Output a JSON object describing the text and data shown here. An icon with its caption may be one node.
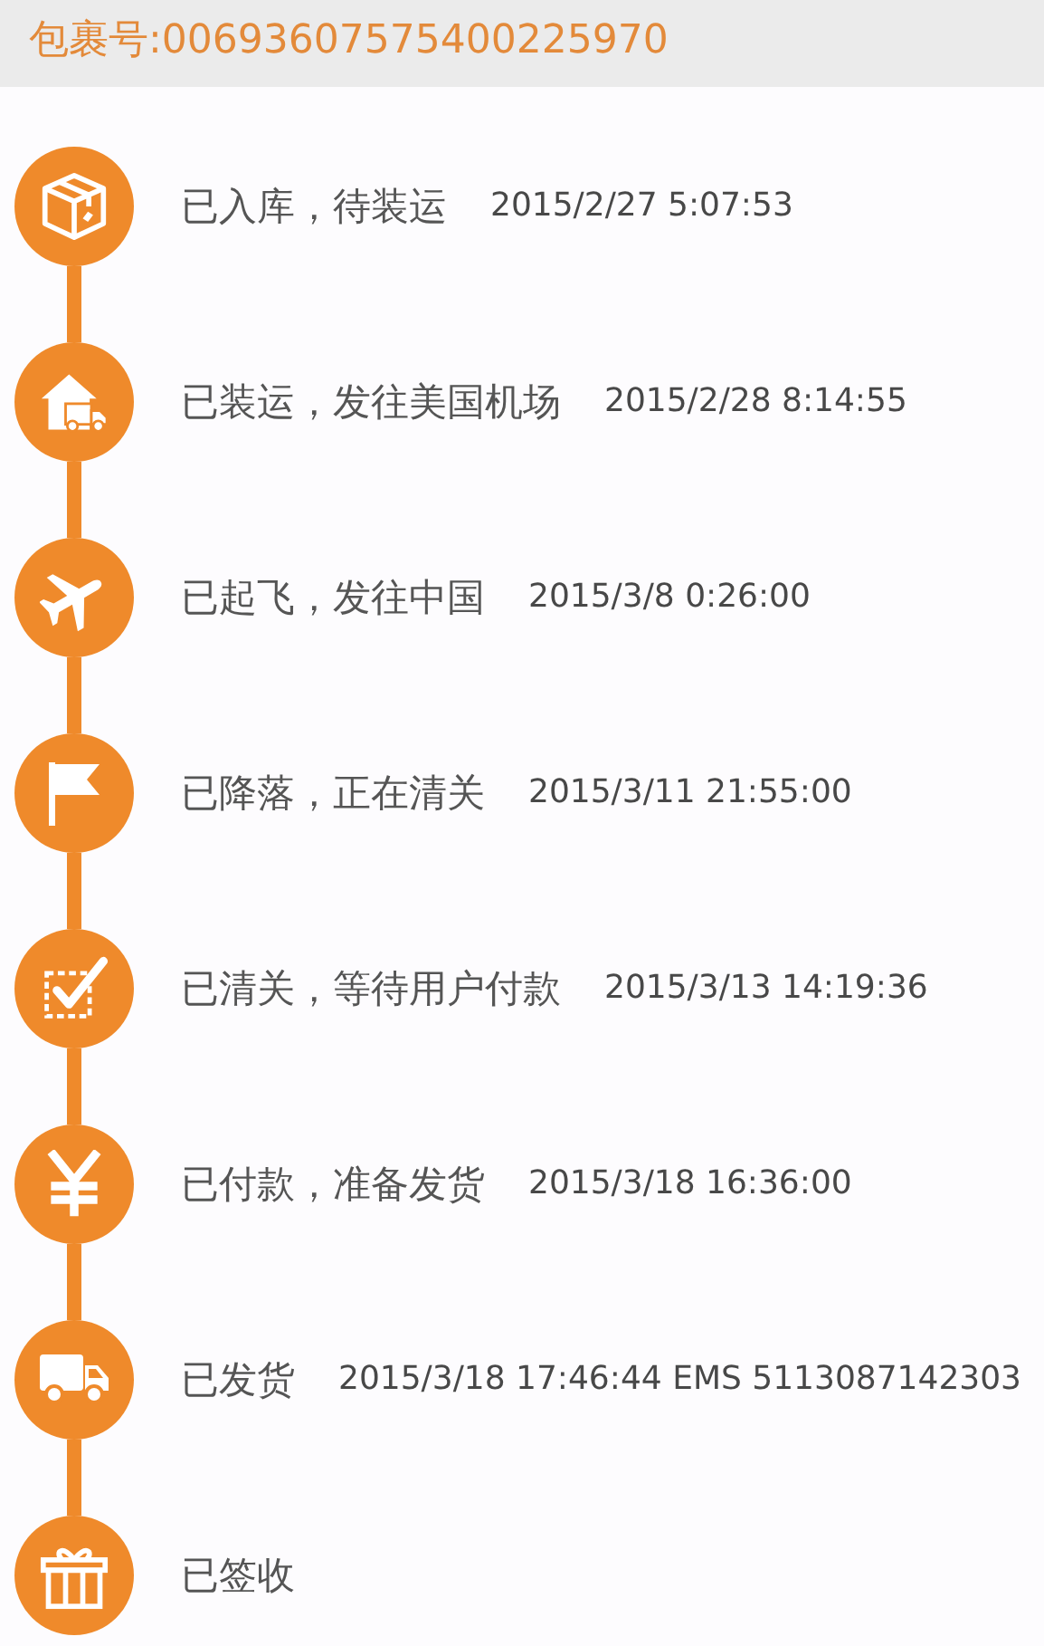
{
  "diagram": {
    "title": "包裹号:00693607575400225970",
    "nodes": [
      {
        "text": [],
        "shape": "circle",
        "beside": [
          "已入库，待装运",
          "2015/2/27 5:07:53"
        ]
      },
      {
        "text": [],
        "shape": "circle",
        "beside": [
          "已装运，发往美国机场",
          "2015/2/28 8:14:55"
        ]
      },
      {
        "text": [],
        "shape": "circle",
        "beside": [
          "已起飞，发往中国",
          "2015/3/8 0:26:00"
        ]
      },
      {
        "text": [],
        "shape": "circle",
        "beside": [
          "已降落，正在清关",
          "2015/3/11 21:55:00"
        ]
      },
      {
        "text": [],
        "shape": "circle",
        "beside": [
          "已清关，等待用户付款",
          "2015/3/13 14:19:36"
        ]
      },
      {
        "text": [],
        "shape": "circle",
        "beside": [
          "已付款，准备发货",
          "2015/3/18 16:36:00"
        ]
      },
      {
        "text": [],
        "shape": "circle",
        "beside": [
          "已发货",
          "2015/3/18 17:46:44 EMS 5113087142303"
        ]
      },
      {
        "text": [],
        "shape": "circle",
        "beside": [
          "已签收"
        ]
      }
    ],
    "edges": [
      {
        "from": 0,
        "to": 1,
        "arrow": "none"
      },
      {
        "from": 1,
        "to": 2,
        "arrow": "none"
      },
      {
        "from": 2,
        "to": 3,
        "arrow": "none"
      },
      {
        "from": 3,
        "to": 4,
        "arrow": "none"
      },
      {
        "from": 4,
        "to": 5,
        "arrow": "none"
      },
      {
        "from": 5,
        "to": 6,
        "arrow": "none"
      },
      {
        "from": 6,
        "to": 7,
        "arrow": "none"
      }
    ]
  }
}
